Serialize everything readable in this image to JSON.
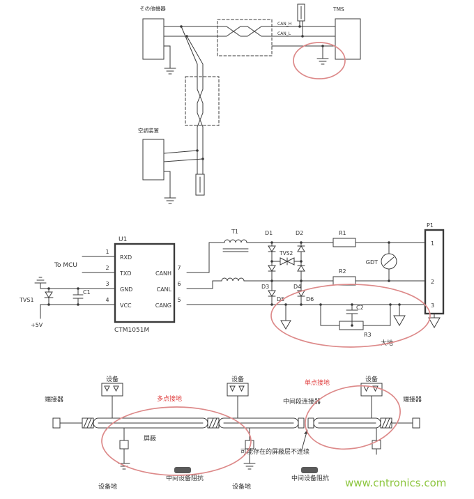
{
  "colors": {
    "line": "#3a3a3a",
    "highlight_ellipse": "#dd8a8a",
    "red_text": "#e04040",
    "watermark_green": "#8dc63f"
  },
  "watermark": "www.cntronics.com",
  "top": {
    "other_equipment": "その他機器",
    "tms": "TMS",
    "can_h": "CAN_H",
    "can_l": "CAN_L",
    "ac_device": "空調装置"
  },
  "mcu": {
    "u1": "U1",
    "chip_name": "CTM1051M",
    "to_mcu": "To MCU",
    "pins_left": [
      "RXD",
      "TXD",
      "GND",
      "VCC"
    ],
    "pin_numbers_left": [
      "1",
      "2",
      "3",
      "4"
    ],
    "pins_right": [
      "CANH",
      "CANL",
      "CANG"
    ],
    "pin_numbers_right": [
      "7",
      "6",
      "5"
    ],
    "tvs1": "TVS1",
    "c1": "C1",
    "plus5v": "+5V",
    "t1": "T1",
    "tvs2": "TVS2",
    "d1": "D1",
    "d2": "D2",
    "d3": "D3",
    "d4": "D4",
    "d5": "D5",
    "d6": "D6",
    "r1": "R1",
    "r2": "R2",
    "r3": "R3",
    "c2": "C2",
    "gdt": "GDT",
    "p1": "P1",
    "p1_pins": [
      "1",
      "2",
      "3"
    ],
    "earth": "大地"
  },
  "bus": {
    "device": "设备",
    "terminator": "端接器",
    "multi_point_ground": "多点接地",
    "single_point_ground": "单点接地",
    "mid_segment_connector": "中间段连接器",
    "shield": "屏蔽",
    "shield_discontinuity": "可能存在的屏蔽层不连续",
    "mid_device_impedance": "中间设备阻抗",
    "device_ground": "设备地"
  }
}
